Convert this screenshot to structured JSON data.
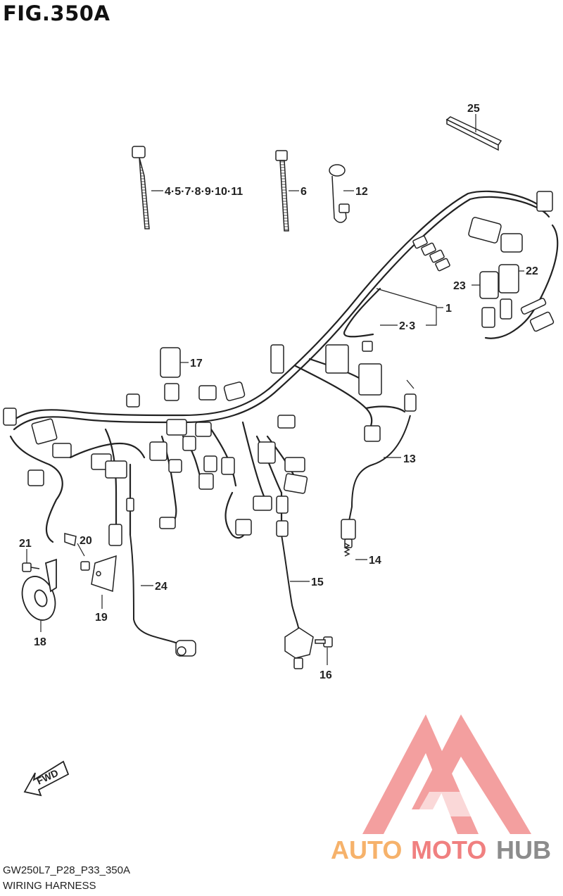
{
  "figure": {
    "title": "FIG.350A",
    "code": "GW250L7_P28_P33_350A",
    "name": "WIRING HARNESS"
  },
  "callouts": {
    "c1": "1",
    "c2": "2·3",
    "c4": "4·5·7·8·9·10·11",
    "c6": "6",
    "c12": "12",
    "c13": "13",
    "c14": "14",
    "c15": "15",
    "c16": "16",
    "c17": "17",
    "c18": "18",
    "c19": "19",
    "c20": "20",
    "c21": "21",
    "c22": "22",
    "c23": "23",
    "c24": "24",
    "c25": "25"
  },
  "fwd_label": "FWD",
  "watermark": {
    "part1": "AUTO",
    "part2": "MOTO",
    "part3": "HUB",
    "color_orange": "#f6b26b",
    "color_red": "#f08080",
    "color_gray": "#8c8c8c"
  }
}
